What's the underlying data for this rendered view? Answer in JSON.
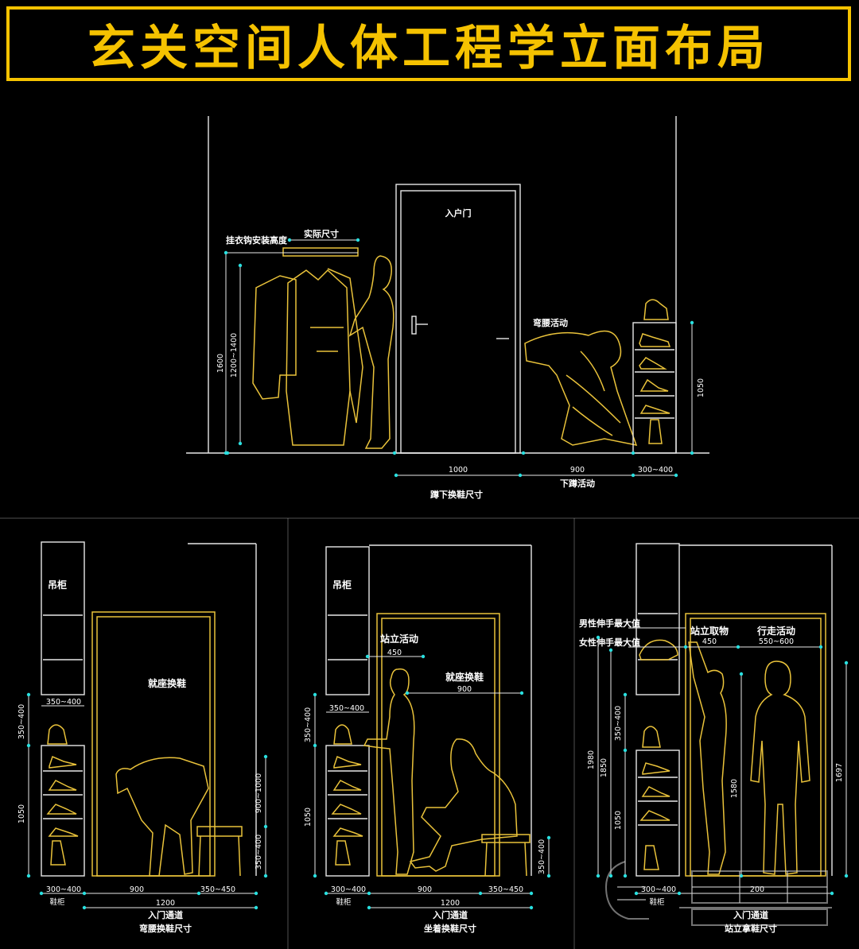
{
  "title": "玄关空间人体工程学立面布局",
  "top": {
    "coat_hook": "挂衣钩安装高度",
    "actual_size": "实际尺寸",
    "door": "入户门",
    "bend": "弯腰活动",
    "dim_1600": "1600",
    "dim_1200_1400": "1200~1400",
    "dim_1050": "1050",
    "dim_1000": "1000",
    "dim_900": "900",
    "dim_300_400": "300~400",
    "squat": "下蹲活动",
    "caption": "蹲下换鞋尺寸"
  },
  "panel1": {
    "hang_cabinet": "吊柜",
    "sit_change": "就座换鞋",
    "d_350_400_top": "350~400",
    "d_350_400_v": "350~400",
    "d_1050": "1050",
    "d_900_1000": "900~1000",
    "d_350_400_seat": "350~400",
    "d_300_400": "300~400",
    "d_900": "900",
    "d_350_450": "350~450",
    "shoe_cabinet": "鞋柜",
    "d_1200": "1200",
    "passage": "入门通道",
    "caption": "弯腰换鞋尺寸"
  },
  "panel2": {
    "hang_cabinet": "吊柜",
    "stand": "站立活动",
    "d_450": "450",
    "sit_change": "就座换鞋",
    "d_900_top": "900",
    "d_350_400_top": "350~400",
    "d_350_400_v": "350~400",
    "d_1050": "1050",
    "d_350_400_seat": "350~400",
    "d_300_400": "300~400",
    "d_900": "900",
    "d_350_450": "350~450",
    "shoe_cabinet": "鞋柜",
    "d_1200": "1200",
    "passage": "入门通道",
    "caption": "坐着换鞋尺寸"
  },
  "panel3": {
    "male_reach": "男性伸手最大值",
    "female_reach": "女性伸手最大值",
    "stand_take": "站立取物",
    "walk": "行走活动",
    "d_450": "450",
    "d_550_600": "550~600",
    "d_1980": "1980",
    "d_1850": "1850",
    "d_350_400": "350~400",
    "d_1580": "1580",
    "d_1697": "1697",
    "d_1050": "1050",
    "d_300_400": "300~400",
    "d_shoe": "鞋柜",
    "d_200": "200",
    "passage": "入门通道",
    "caption": "站立拿鞋尺寸"
  }
}
